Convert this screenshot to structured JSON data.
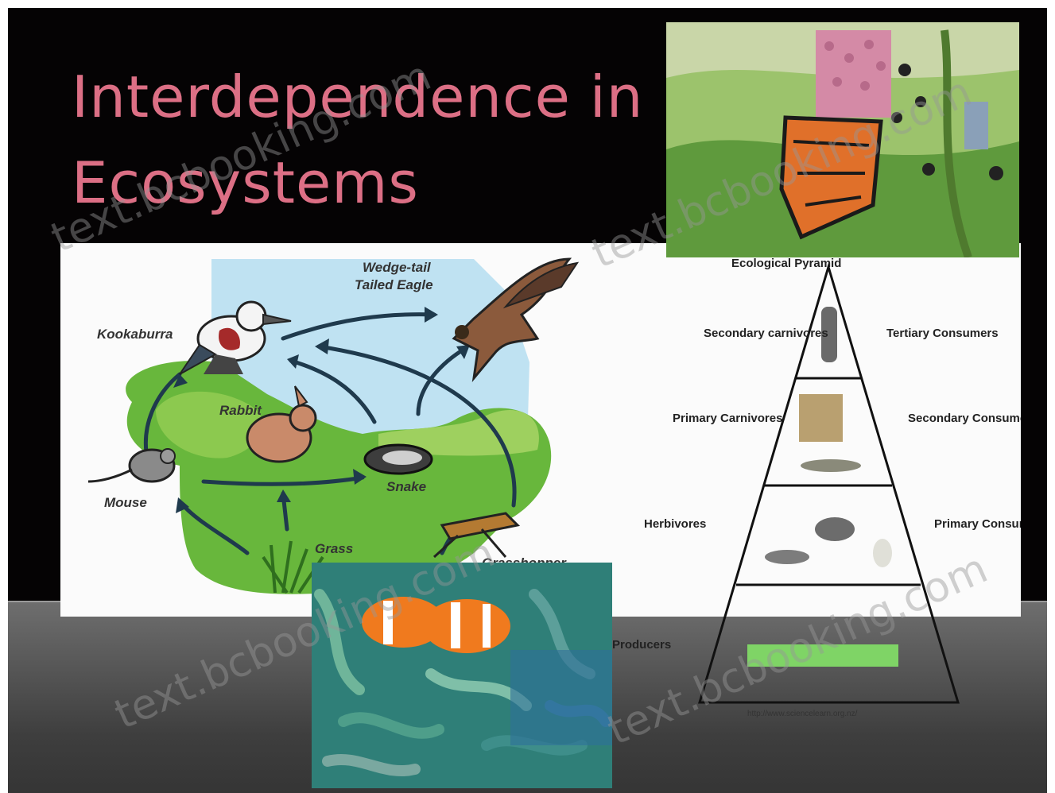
{
  "slide": {
    "title_line1": "Interdependence in",
    "title_line2": "Ecosystems",
    "colors": {
      "background": "#050304",
      "title": "#dc6f85",
      "panel": "#fbfbfb",
      "band": "#5a5a5a"
    }
  },
  "food_web": {
    "labels": {
      "kookaburra": "Kookaburra",
      "eagle_line1": "Wedge-tail",
      "eagle_line2": "Tailed Eagle",
      "rabbit": "Rabbit",
      "mouse": "Mouse",
      "snake": "Snake",
      "grass": "Grass",
      "grasshopper": "Grasshopper"
    }
  },
  "pyramid": {
    "header": "Ecological Pyramid",
    "left_labels": [
      "Secondary carnivores",
      "Primary Carnivores",
      "Herbivores",
      "Producers"
    ],
    "right_labels": [
      "Tertiary Consumers",
      "Secondary Consumers",
      "Primary Consumers"
    ],
    "url": "http://www.sciencelearn.org.nz/"
  },
  "watermarks": [
    "text.bcbooking.com",
    "text.bcbooking.com",
    "text.bcbooking.com",
    "text.bcbooking.com"
  ],
  "photos": {
    "top_right": "butterfly-on-milkweed",
    "bottom_center": "clownfish-in-anemone"
  }
}
